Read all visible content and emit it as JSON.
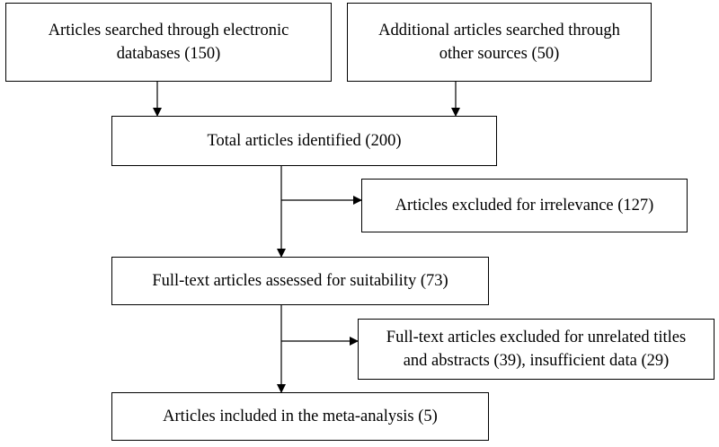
{
  "boxes": {
    "electronic": {
      "line1": "Articles searched through electronic",
      "line2": "databases (150)"
    },
    "other": {
      "line1": "Additional articles searched through",
      "line2": "other sources (50)"
    },
    "total": {
      "line1": "Total articles identified (200)"
    },
    "excluded_irrelevance": {
      "line1": "Articles excluded for irrelevance (127)"
    },
    "fulltext": {
      "line1": "Full-text articles assessed for suitability (73)"
    },
    "excluded_fulltext": {
      "line1": "Full-text articles excluded for unrelated titles",
      "line2": "and abstracts (39), insufficient data (29)"
    },
    "included": {
      "line1": "Articles included in the meta-analysis (5)"
    }
  },
  "colors": {
    "line": "#000000",
    "box_border": "#000000",
    "background": "#ffffff"
  }
}
